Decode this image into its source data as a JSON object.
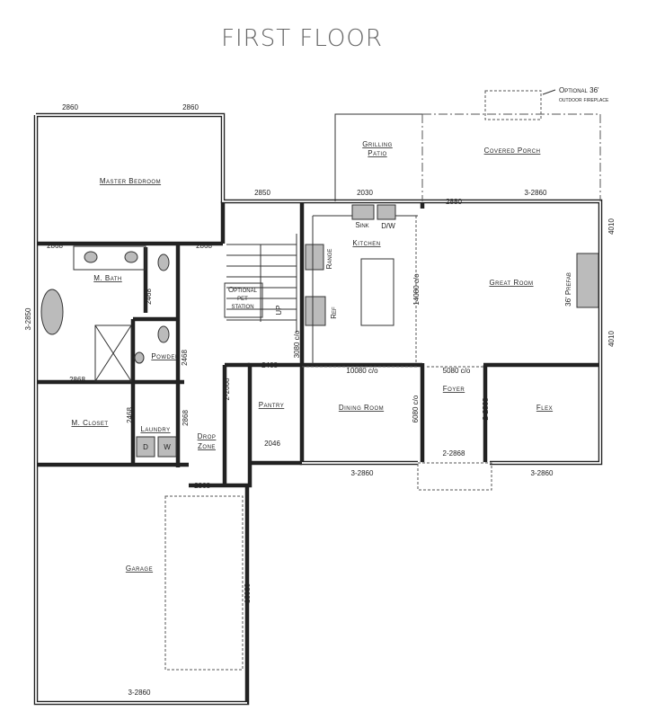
{
  "title": "FIRST FLOOR",
  "rooms": {
    "master_bedroom": "Master Bedroom",
    "m_bath": "M. Bath",
    "powder": "Powder",
    "m_closet": "M. Closet",
    "laundry": "Laundry",
    "drop_zone_1": "Drop",
    "drop_zone_2": "Zone",
    "pantry": "Pantry",
    "garage": "Garage",
    "kitchen": "Kitchen",
    "grilling_1": "Grilling",
    "grilling_2": "Patio",
    "covered_porch": "Covered Porch",
    "great_room": "Great Room",
    "dining_room": "Dining Room",
    "foyer": "Foyer",
    "flex": "Flex",
    "pet_1": "Optional",
    "pet_2": "pet",
    "pet_3": "station"
  },
  "fixtures": {
    "sink": "Sink",
    "dw": "D/W",
    "range": "Range",
    "ref": "Ref",
    "prefab": "36' Prefab",
    "up": "UP",
    "dryer": "D",
    "washer": "W",
    "fireplace_1": "Optional 36'",
    "fireplace_2": "outdoor fireplace"
  },
  "dims": {
    "mb_win1": "2860",
    "mb_win2": "2860",
    "mb_door1": "2868",
    "mb_door2": "2868",
    "mbath_win": "3-2850",
    "wc_door": "2468",
    "stair_win": "2850",
    "powder_door": "2468",
    "closet_door": "2868",
    "closet_door2": "2468",
    "laundry_door": "2868",
    "drop_closet": "2-2068",
    "pantry_door": "2468",
    "pantry_win": "2046",
    "garage_door": "2868",
    "garage_len": "18080",
    "garage_win": "3-2860",
    "kitchen_co": "3080 c/o",
    "sink_win": "2030",
    "kitchen_co2": "14080 c/o",
    "porch_door": "2880",
    "porch_win": "3-2860",
    "gr_win1": "4010",
    "gr_win2": "4010",
    "dining_co": "10080 c/o",
    "foyer_co": "5080 c/o",
    "foyer_co2": "6080 c/o",
    "flex_door": "2-2868",
    "front_door": "2-2868",
    "dining_win": "3-2860",
    "flex_win": "3-2860"
  }
}
